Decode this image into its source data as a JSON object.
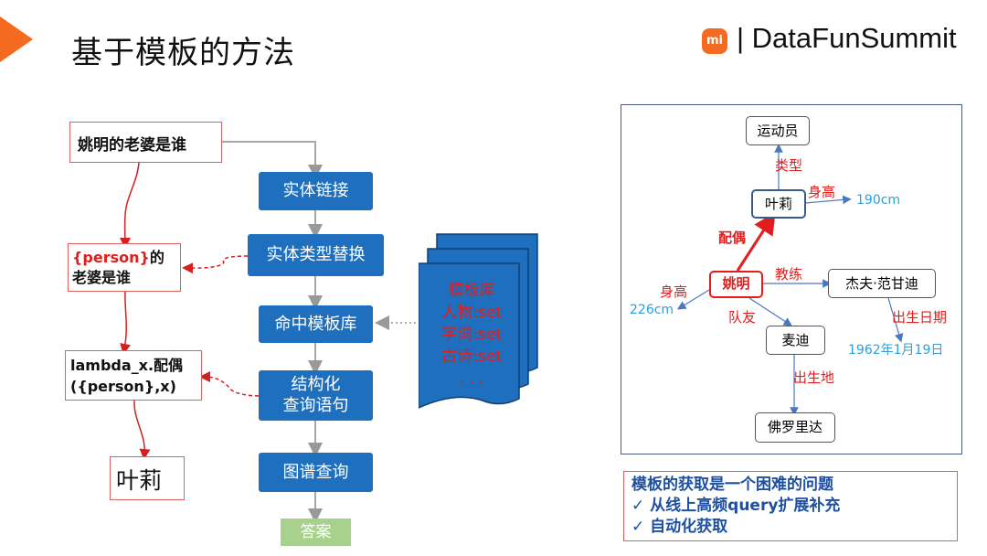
{
  "header": {
    "title": "基于模板的方法",
    "logo_mark": "mi",
    "logo_text": "| DataFunSummit",
    "accent": "#f46a20"
  },
  "flow": {
    "question": "姚明的老婆是谁",
    "template_person": "{person}",
    "template_rest": "的",
    "template_line2": "老婆是谁",
    "lambda_line1": "lambda_x.配偶",
    "lambda_line2": "({person},x)",
    "answer_text": "叶莉",
    "steps": [
      "实体链接",
      "实体类型替换",
      "命中模板库",
      "结构化",
      "查询语句",
      "图谱查询"
    ],
    "final": "答案"
  },
  "library": {
    "lines": [
      "模板库",
      "人物:set",
      "字词:set",
      "古诗:set",
      ". . ."
    ]
  },
  "graph": {
    "nodes": {
      "athlete": "运动员",
      "yeli": "叶莉",
      "yaoming": "姚明",
      "coach": "杰夫·范甘迪",
      "teammate": "麦迪",
      "florida": "佛罗里达"
    },
    "edges": {
      "type": "类型",
      "height1": "身高",
      "spouse": "配偶",
      "height2": "身高",
      "coach": "教练",
      "teammate": "队友",
      "birthdate": "出生日期",
      "birthplace": "出生地"
    },
    "values": {
      "h_yeli": "190cm",
      "h_yao": "226cm",
      "date": "1962年1月19日"
    }
  },
  "notes": {
    "title": "模板的获取是一个困难的问题",
    "item1": "✓  从线上高频query扩展补充",
    "item2": "✓  自动化获取"
  }
}
